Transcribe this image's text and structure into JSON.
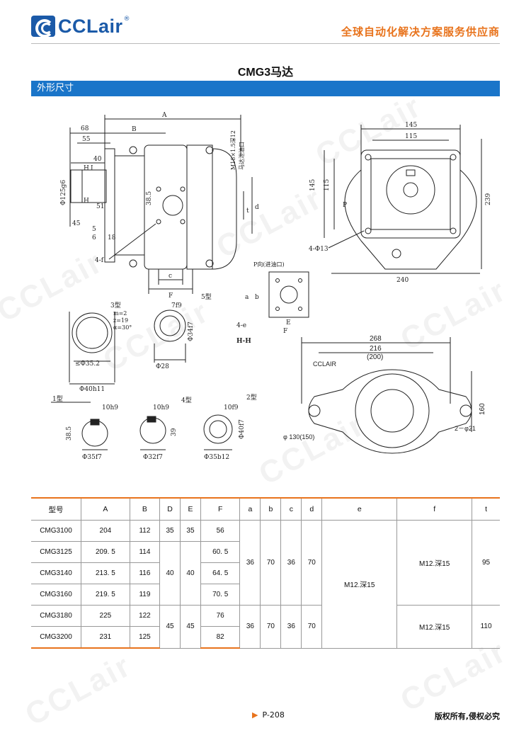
{
  "header": {
    "logo_text": "CCLair",
    "logo_reg": "®",
    "slogan": "全球自动化解决方案服务供应商"
  },
  "page_title": "CMG3马达",
  "section": "外形尺寸",
  "drawing": {
    "dims_left": {
      "A": "A",
      "B": "B",
      "d68": "68",
      "d55": "55",
      "d40": "40",
      "d125": "Φ125g6",
      "H1": "H",
      "H2": "H",
      "I": "I",
      "d45": "45",
      "d5": "5",
      "d51": "51",
      "d6": "6",
      "d18": "18",
      "d385": "38.5",
      "f4": "4-f",
      "c": "c",
      "F": "F",
      "t": "t",
      "d": "d",
      "port": "M18×1.5深12",
      "port2": "马达泄油口"
    },
    "dims_right": {
      "d145": "145",
      "d115": "115",
      "d145v": "145",
      "d115v": "115",
      "P": "P",
      "d239": "239",
      "d240": "240",
      "holes": "4-Φ13"
    },
    "p_view": {
      "title": "P向(进油口)",
      "a": "a",
      "b": "b",
      "e": "4-e",
      "E": "E",
      "F": "F",
      "HH": "H-H"
    },
    "shaft3": {
      "type": "3型",
      "m": "m=2",
      "z": "z=19",
      "alpha": "α=30°",
      "d352": "≤Φ35.2",
      "d40": "Φ40h11"
    },
    "shaft5": {
      "type": "5型",
      "f9": "7f9",
      "d34": "Φ34f7",
      "d28": "Φ28"
    },
    "shaft1": {
      "type": "1型",
      "h9": "10h9",
      "d385": "38.5",
      "d35": "Φ35f7"
    },
    "shaft4": {
      "type": "4型",
      "h9": "10h9",
      "d39": "39",
      "d32": "Φ32f7"
    },
    "shaft2": {
      "type": "2型",
      "f9": "10f9",
      "d40": "Φ40f7",
      "d35": "Φ35b12"
    },
    "flange": {
      "brand": "CCLAIR",
      "d268": "268",
      "d216": "216",
      "d200": "(200)",
      "d160": "160",
      "d130": "φ 130(150)",
      "holes": "2－φ21"
    }
  },
  "table": {
    "headers": [
      "型号",
      "A",
      "B",
      "D",
      "E",
      "F",
      "a",
      "b",
      "c",
      "d",
      "e",
      "f",
      "t"
    ],
    "rows": [
      {
        "model": "CMG3100",
        "A": "204",
        "B": "112",
        "F": "56"
      },
      {
        "model": "CMG3125",
        "A": "209. 5",
        "B": "114",
        "F": "60. 5"
      },
      {
        "model": "CMG3140",
        "A": "213. 5",
        "B": "116",
        "F": "64. 5"
      },
      {
        "model": "CMG3160",
        "A": "219. 5",
        "B": "119",
        "F": "70. 5"
      },
      {
        "model": "CMG3180",
        "A": "225",
        "B": "122",
        "F": "76"
      },
      {
        "model": "CMG3200",
        "A": "231",
        "B": "125",
        "F": "82"
      }
    ],
    "r1": {
      "D": "35",
      "E": "35"
    },
    "g1": {
      "D": "40",
      "E": "40"
    },
    "g2": {
      "D": "45",
      "E": "45"
    },
    "top": {
      "a": "36",
      "b": "70",
      "c": "36",
      "d": "70",
      "f": "M12.深15",
      "t": "95"
    },
    "bottom": {
      "a": "36",
      "b": "70",
      "c": "36",
      "d": "70",
      "f": "M12.深15",
      "t": "110"
    },
    "e_merged": "M12.深15"
  },
  "footer": {
    "page": "P-208",
    "copyright": "版权所有,侵权必究"
  },
  "watermark": "CCLair"
}
